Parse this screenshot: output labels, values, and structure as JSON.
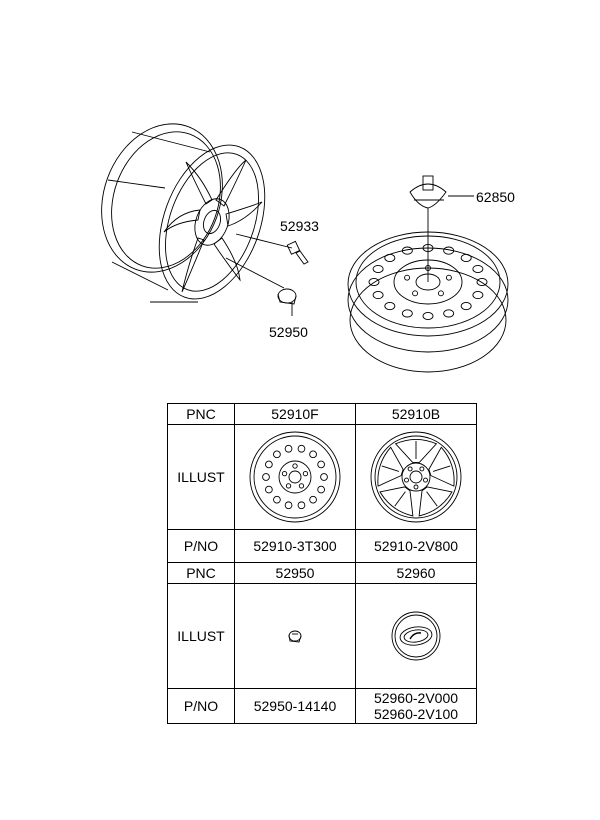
{
  "callouts": {
    "bolt": "52933",
    "nut": "52950",
    "spare_bracket": "62850"
  },
  "table": {
    "rows": [
      {
        "type": "header",
        "label": "PNC",
        "values": [
          "52910F",
          "52910B"
        ]
      },
      {
        "type": "illust",
        "label": "ILLUST",
        "icons": [
          "steel-wheel-icon",
          "alloy-wheel-icon"
        ]
      },
      {
        "type": "pno",
        "label": "P/NO",
        "values": [
          "52910-3T300",
          "52910-2V800"
        ]
      },
      {
        "type": "header",
        "label": "PNC",
        "values": [
          "52950",
          "52960"
        ]
      },
      {
        "type": "illust",
        "label": "ILLUST",
        "icons": [
          "lug-nut-icon",
          "hub-cap-logo-icon"
        ]
      },
      {
        "type": "pno",
        "label": "P/NO",
        "values": [
          "52950-14140",
          [
            "52960-2V000",
            "52960-2V100"
          ]
        ]
      }
    ]
  }
}
